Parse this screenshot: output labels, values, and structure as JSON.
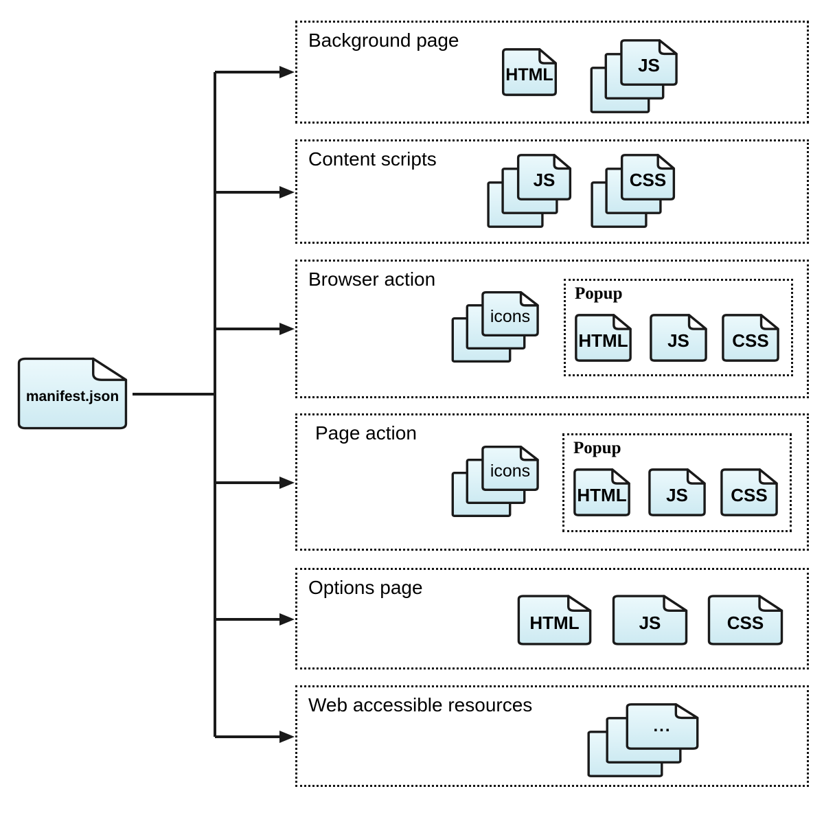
{
  "diagram": {
    "manifest_label": "manifest.json",
    "sections": [
      {
        "title": "Background page",
        "docs": [
          {
            "label": "HTML"
          },
          {
            "label": "JS"
          }
        ]
      },
      {
        "title": "Content scripts",
        "docs": [
          {
            "label": "JS"
          },
          {
            "label": "CSS"
          }
        ]
      },
      {
        "title": "Browser action",
        "docs": [
          {
            "label": "icons"
          }
        ],
        "popup": {
          "title": "Popup",
          "docs": [
            {
              "label": "HTML"
            },
            {
              "label": "JS"
            },
            {
              "label": "CSS"
            }
          ]
        }
      },
      {
        "title": "Page action",
        "docs": [
          {
            "label": "icons"
          }
        ],
        "popup": {
          "title": "Popup",
          "docs": [
            {
              "label": "HTML"
            },
            {
              "label": "JS"
            },
            {
              "label": "CSS"
            }
          ]
        }
      },
      {
        "title": "Options page",
        "docs": [
          {
            "label": "HTML"
          },
          {
            "label": "JS"
          },
          {
            "label": "CSS"
          }
        ]
      },
      {
        "title": "Web accessible resources",
        "docs": [
          {
            "label": "..."
          }
        ]
      }
    ],
    "colors": {
      "line": "#1a1a1a",
      "doc_fill_top": "#ecf9fc",
      "doc_fill_bottom": "#cdeaf2",
      "fold_fill": "#ffffff",
      "border": "#141414"
    }
  }
}
